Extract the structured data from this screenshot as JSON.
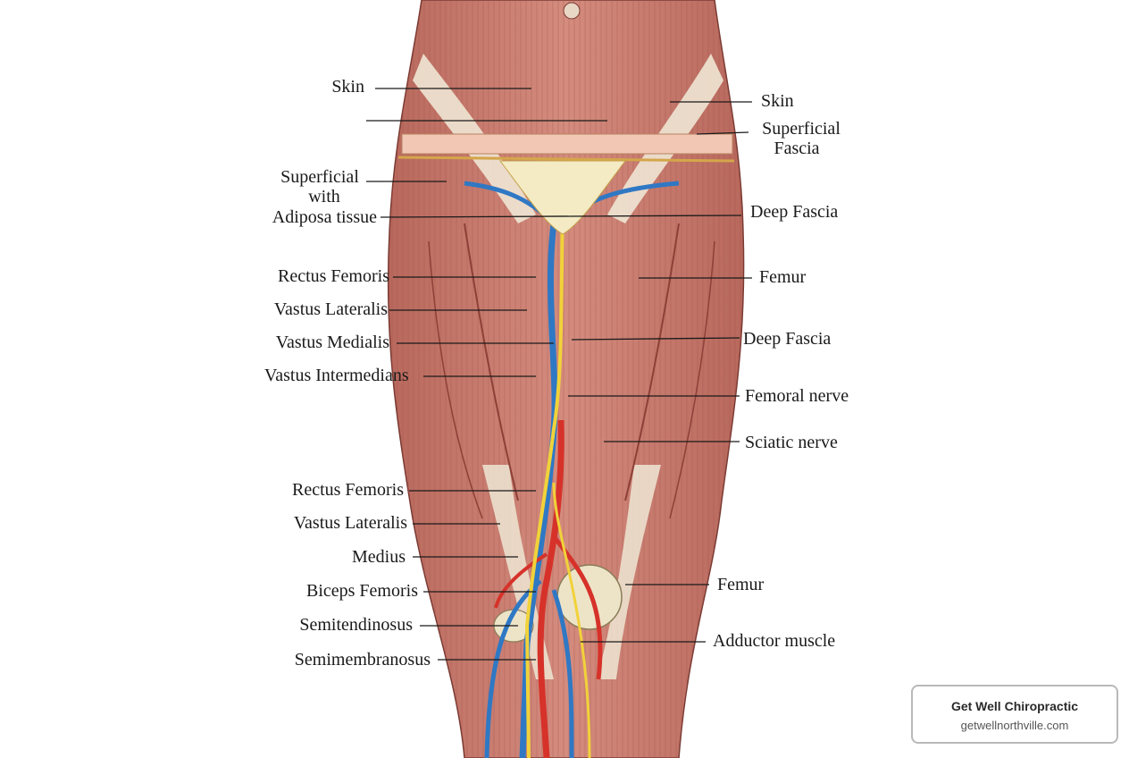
{
  "labels_left": [
    {
      "text": "Skin"
    },
    {
      "text": "Superficial"
    },
    {
      "text": "with"
    },
    {
      "text": "Adiposa tissue"
    },
    {
      "text": "Rectus Femoris"
    },
    {
      "text": "Vastus Lateralis"
    },
    {
      "text": "Vastus Medialis"
    },
    {
      "text": "Vastus Intermedians"
    },
    {
      "text": "Rectus Femoris"
    },
    {
      "text": "Vastus Lateralis"
    },
    {
      "text": "Medius"
    },
    {
      "text": "Biceps Femoris"
    },
    {
      "text": "Semitendinosus"
    },
    {
      "text": "Semimembranosus"
    }
  ],
  "labels_right": [
    {
      "text": "Skin"
    },
    {
      "text": "Superficial"
    },
    {
      "text": "Fascia"
    },
    {
      "text": "Deep Fascia"
    },
    {
      "text": "Femur"
    },
    {
      "text": "Deep Fascia"
    },
    {
      "text": "Femoral nerve"
    },
    {
      "text": "Sciatic nerve"
    },
    {
      "text": "Femur"
    },
    {
      "text": "Adductor muscle"
    }
  ],
  "brand": {
    "name": "Get Well Chiropractic",
    "url": "getwellnorthville.com"
  },
  "colors": {
    "muscle": "#c97a6e",
    "muscle_dark": "#a8584d",
    "fascia": "#efe6d4",
    "vein": "#2f78c4",
    "artery": "#d6322a",
    "nerve": "#f1d23a"
  }
}
